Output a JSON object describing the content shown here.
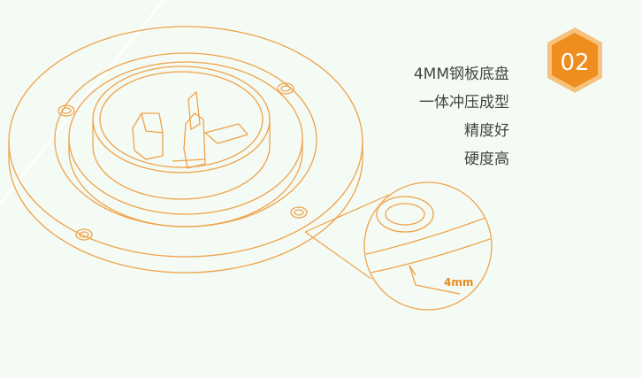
{
  "badge": {
    "number": "02"
  },
  "features": [
    "4MM钢板底盘",
    "一体冲压成型",
    "精度好",
    "硬度高"
  ],
  "callout": {
    "thickness_label": "4mm"
  },
  "colors": {
    "background": "#f3fbf4",
    "line": "#f0a24a",
    "badge": "#ef8d1f",
    "badge_border": "#f6c27f",
    "text": "#444444"
  }
}
